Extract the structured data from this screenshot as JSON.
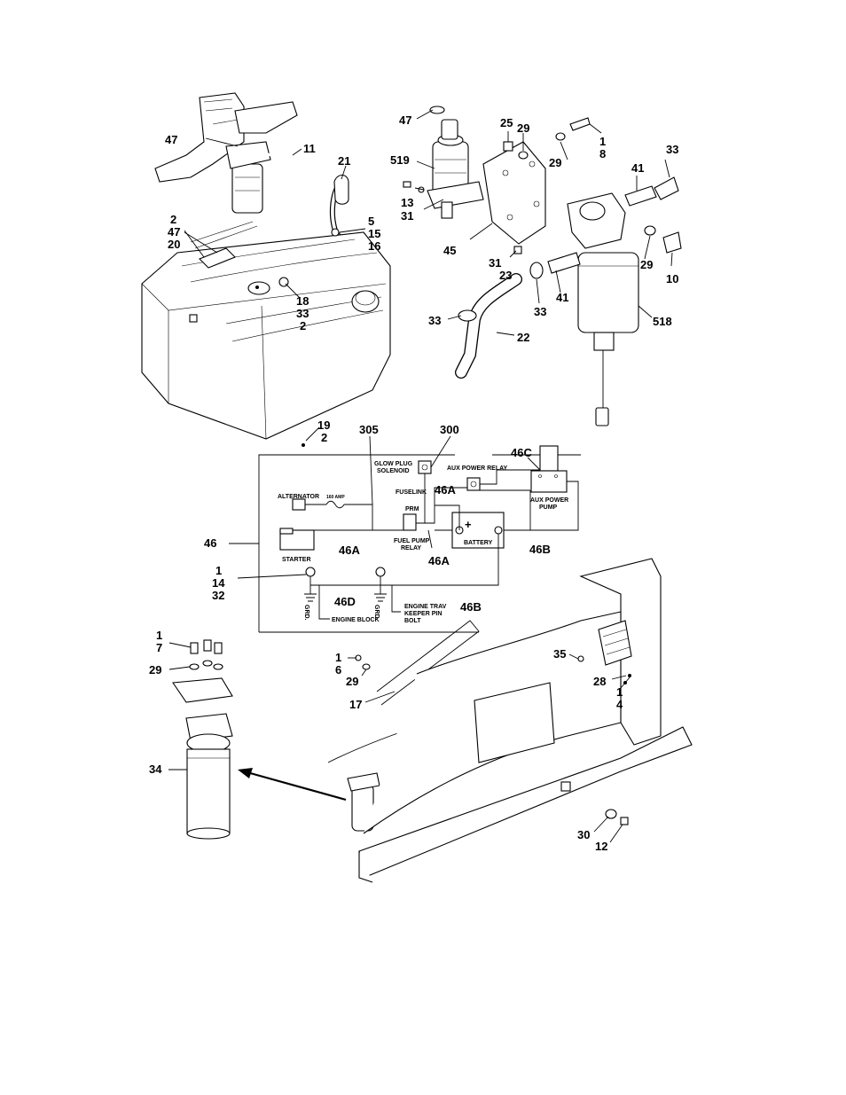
{
  "callouts": {
    "tank_47": "47",
    "tank_11": "11",
    "tank_21": "21",
    "tank_2": "2",
    "tank_47b": "47",
    "tank_20": "20",
    "tank_5": "5",
    "tank_15": "15",
    "tank_16": "16",
    "tank_18": "18",
    "tank_33": "33",
    "tank_2b": "2",
    "tank_19": "19",
    "tank_2c": "2",
    "flt_47": "47",
    "flt_519": "519",
    "flt_13": "13",
    "flt_31": "31",
    "flt_25": "25",
    "flt_29": "29",
    "flt_29b": "29",
    "flt_1": "1",
    "flt_8": "8",
    "flt_45": "45",
    "flt_31b": "31",
    "flt_23": "23",
    "flt_33": "33",
    "flt_41": "41",
    "flt_29c": "29",
    "flt_10": "10",
    "flt_41b": "41",
    "flt_33b": "33",
    "flt_518": "518",
    "flt_33c": "33",
    "flt_22": "22",
    "wir_305": "305",
    "wir_300": "300",
    "wir_46C": "46C",
    "wir_46Aa": "46A",
    "wir_46": "46",
    "wir_46Ab": "46A",
    "wir_46Ac": "46A",
    "wir_46B": "46B",
    "wir_1": "1",
    "wir_14": "14",
    "wir_32": "32",
    "wir_46D": "46D",
    "wir_46Bb": "46B",
    "frm_1": "1",
    "frm_7": "7",
    "frm_29": "29",
    "frm_34": "34",
    "frm_1b": "1",
    "frm_6": "6",
    "frm_29b": "29",
    "frm_17": "17",
    "frm_35": "35",
    "frm_28": "28",
    "frm_1c": "1",
    "frm_4": "4",
    "frm_30": "30",
    "frm_12": "12"
  },
  "wiring_labels": {
    "glow_plug": "GLOW PLUG",
    "solenoid": "SOLENOID",
    "aux_power_relay": "AUX POWER RELAY",
    "fuselink": "FUSELINK",
    "alternator": "ALTERNATOR",
    "amp": "160 AMP",
    "prm": "PRM",
    "fuel_pump": "FUEL PUMP",
    "relay": "RELAY",
    "aux_power": "AUX POWER",
    "pump": "PUMP",
    "battery": "BATTERY",
    "plus": "+",
    "starter": "STARTER",
    "grd1": "GRD.",
    "grd2": "GRD.",
    "engine_block": "ENGINE BLOCK",
    "engine_trav": "ENGINE TRAV",
    "keeper_pin": "KEEPER PIN",
    "bolt": "BOLT"
  }
}
